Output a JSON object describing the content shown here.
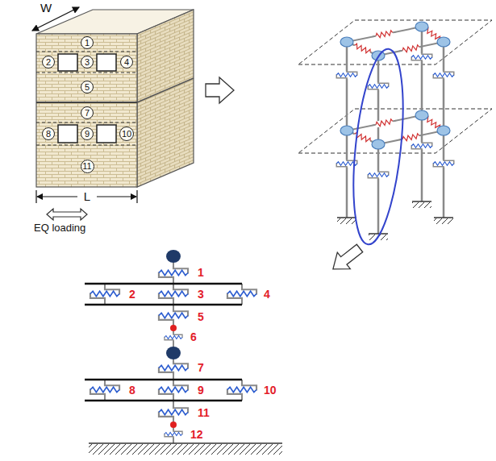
{
  "diagram": {
    "nodes": [
      {
        "text": [
          "1"
        ]
      },
      {
        "text": [
          "2"
        ]
      },
      {
        "text": [
          "3"
        ]
      },
      {
        "text": [
          "4"
        ]
      },
      {
        "text": [
          "5"
        ]
      },
      {
        "text": [
          "7"
        ]
      },
      {
        "text": [
          "8"
        ]
      },
      {
        "text": [
          "9"
        ]
      },
      {
        "text": [
          "10"
        ]
      },
      {
        "text": [
          "11"
        ]
      }
    ],
    "labels": [
      "W",
      "L",
      "EQ loading",
      "1",
      "2",
      "3",
      "4",
      "5",
      "6",
      "7",
      "8",
      "9",
      "10",
      "11",
      "12"
    ]
  }
}
